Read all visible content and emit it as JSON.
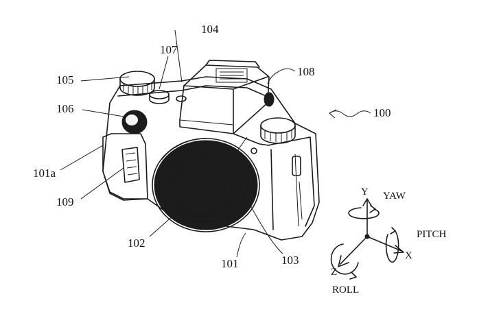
{
  "figure": {
    "reference_numerals": {
      "camera": "100",
      "body": "101",
      "grip": "101a",
      "lens_mount_assembly": "102",
      "lens_ring": "103",
      "viewfinder": "104",
      "mode_dial": "105",
      "front_dial": "106",
      "shutter_button": "107",
      "hot_shoe": "108",
      "grip_window": "109"
    },
    "axes": {
      "x": "X",
      "y": "Y",
      "z": "Z",
      "yaw": "YAW",
      "pitch": "PITCH",
      "roll": "ROLL"
    }
  }
}
